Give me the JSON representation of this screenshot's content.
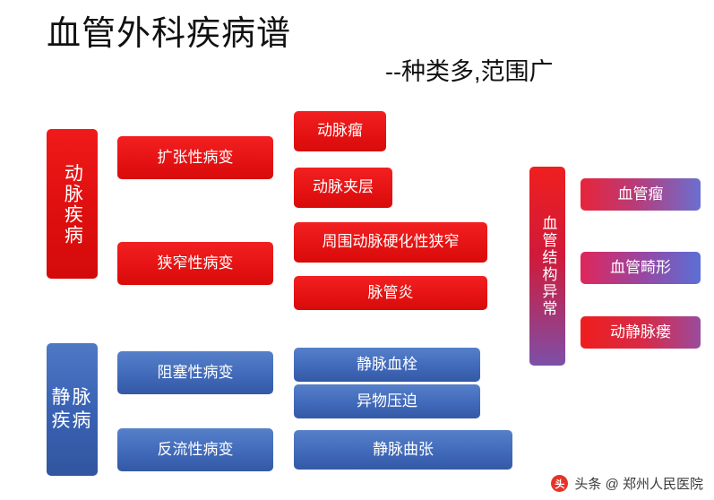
{
  "header": {
    "title": "血管外科疾病谱",
    "subtitle": "--种类多,范围广"
  },
  "diagram": {
    "arterial": {
      "root": "动脉疾病",
      "branches": [
        {
          "label": "扩张性病变",
          "leaves": [
            "动脉瘤",
            "动脉夹层"
          ]
        },
        {
          "label": "狭窄性病变",
          "leaves": [
            "周围动脉硬化性狭窄",
            "脉管炎"
          ]
        }
      ]
    },
    "venous": {
      "root": "静脉疾病",
      "branches": [
        {
          "label": "阻塞性病变",
          "leaves": [
            "静脉血栓",
            "异物压迫"
          ]
        },
        {
          "label": "反流性病变",
          "leaves": [
            "静脉曲张"
          ]
        }
      ]
    },
    "structural": {
      "root": "血管结构异常",
      "leaves": [
        "血管瘤",
        "血管畸形",
        "动静脉瘘"
      ]
    }
  },
  "watermark": {
    "logo_text": "头",
    "label": "头条 @ 郑州人民医院"
  }
}
